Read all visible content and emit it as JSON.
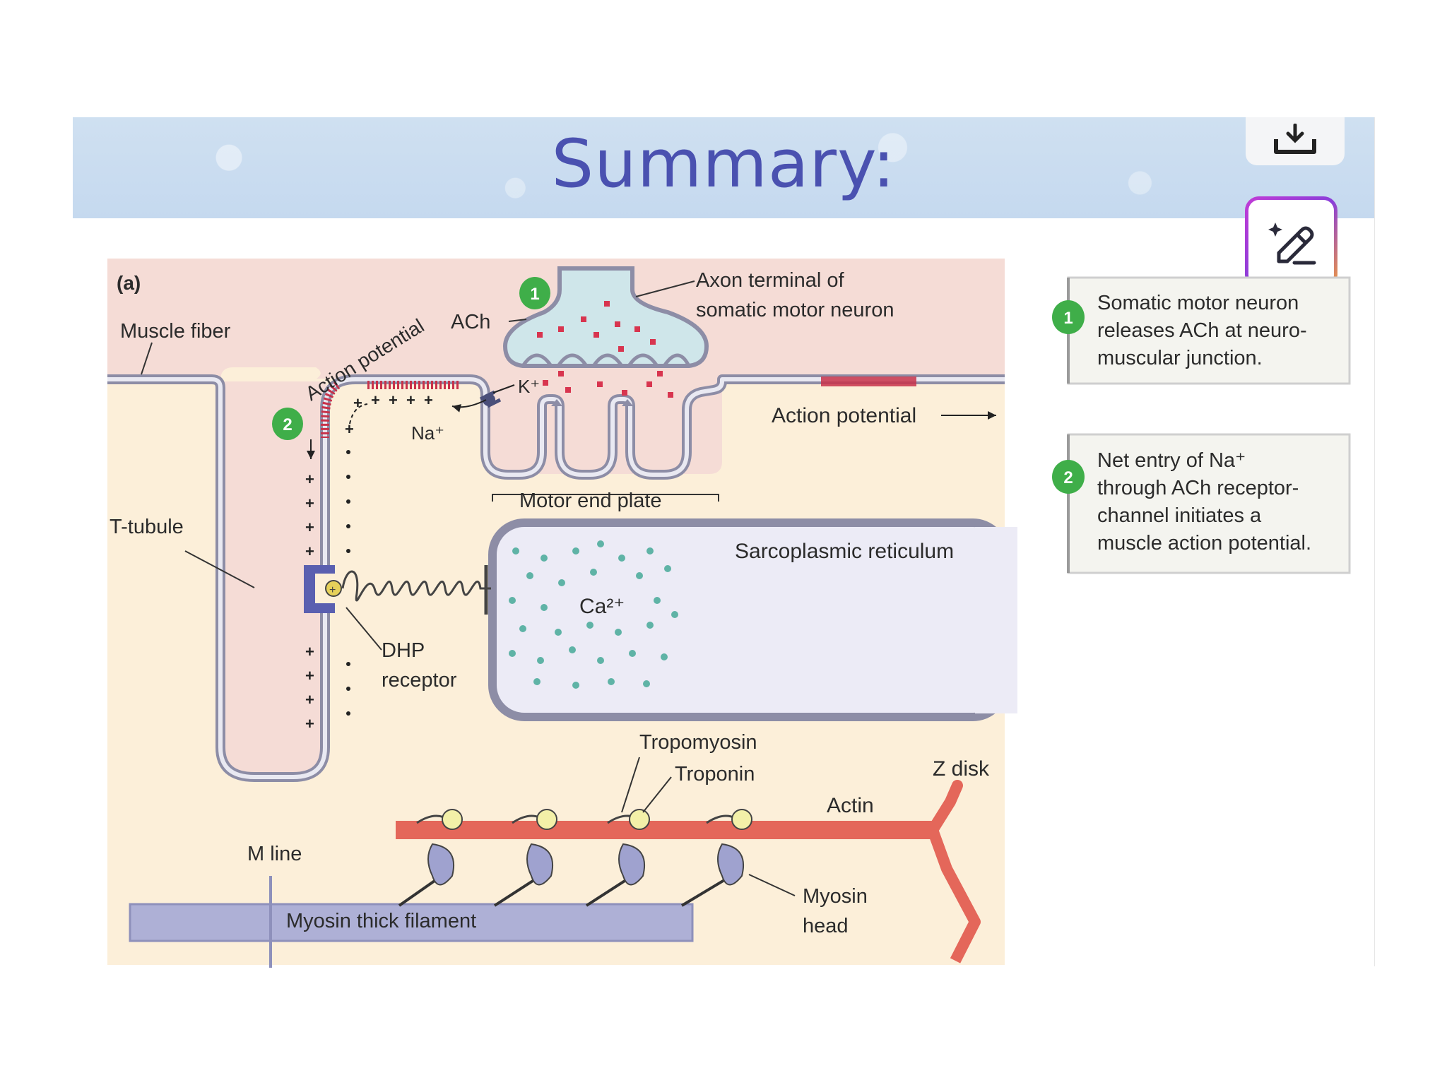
{
  "slide": {
    "title": "Summary:",
    "panel_label": "(a)"
  },
  "toolbar": {
    "download_icon": "download-tray-icon",
    "edit_icon": "ai-pen-sparkle-icon"
  },
  "diagram": {
    "labels": {
      "muscle_fiber": "Muscle fiber",
      "action_potential_left": "Action potential",
      "ach": "ACh",
      "axon_line1": "Axon terminal of",
      "axon_line2": "somatic motor neuron",
      "k_plus": "K⁺",
      "na_plus": "Na⁺",
      "action_potential_right": "Action potential",
      "motor_end_plate": "Motor end plate",
      "t_tubule": "T-tubule",
      "sarcoplasmic_reticulum": "Sarcoplasmic reticulum",
      "ca": "Ca²⁺",
      "dhp_line1": "DHP",
      "dhp_line2": "receptor",
      "tropomyosin": "Tropomyosin",
      "troponin": "Troponin",
      "z_disk": "Z disk",
      "actin": "Actin",
      "m_line": "M line",
      "myosin_thick": "Myosin thick filament",
      "myosin_head_line1": "Myosin",
      "myosin_head_line2": "head"
    },
    "step_badges": [
      "1",
      "2"
    ]
  },
  "steps": [
    {
      "number": "1",
      "lines": [
        "Somatic motor neuron",
        "releases ACh at neuro-",
        "muscular junction."
      ]
    },
    {
      "number": "2",
      "lines": [
        "Net entry of Na⁺",
        "through ACh receptor-",
        "channel initiates a",
        "muscle action potential."
      ]
    }
  ],
  "colors": {
    "title": "#4a51b0",
    "muscle_pink": "#f5dcd6",
    "cytoplasm": "#fcefd9",
    "membrane": "#8d8da6",
    "actin": "#e4675a",
    "myosin": "#aeb0d6",
    "badge_green": "#3fae49",
    "ach_dot": "#d8354f",
    "ca_dot": "#5fb3a6",
    "edit_border": "#b03ad6"
  }
}
